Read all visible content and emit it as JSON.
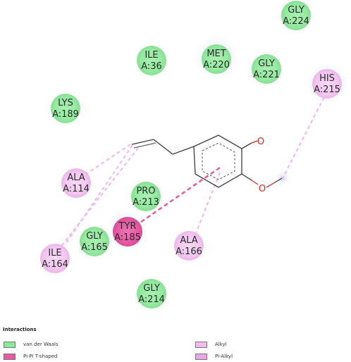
{
  "residues": [
    {
      "id": "gly224",
      "name": "GLY",
      "chain": "A:224",
      "type": "vdw"
    },
    {
      "id": "ile36",
      "name": "ILE",
      "chain": "A:36",
      "type": "vdw"
    },
    {
      "id": "met220",
      "name": "MET",
      "chain": "A:220",
      "type": "vdw"
    },
    {
      "id": "gly221",
      "name": "GLY",
      "chain": "A:221",
      "type": "vdw"
    },
    {
      "id": "his215",
      "name": "HIS",
      "chain": "A:215",
      "type": "alkyl"
    },
    {
      "id": "lys189",
      "name": "LYS",
      "chain": "A:189",
      "type": "vdw"
    },
    {
      "id": "ala114",
      "name": "ALA",
      "chain": "A:114",
      "type": "alkyl"
    },
    {
      "id": "pro213",
      "name": "PRO",
      "chain": "A:213",
      "type": "vdw"
    },
    {
      "id": "tyr185",
      "name": "TYR",
      "chain": "A:185",
      "type": "pipi"
    },
    {
      "id": "gly165",
      "name": "GLY",
      "chain": "A:165",
      "type": "vdw"
    },
    {
      "id": "ala166",
      "name": "ALA",
      "chain": "A:166",
      "type": "alkyl"
    },
    {
      "id": "ile164",
      "name": "ILE",
      "chain": "A:164",
      "type": "alkyl"
    },
    {
      "id": "gly214",
      "name": "GLY",
      "chain": "A:214",
      "type": "vdw"
    }
  ],
  "interaction_colors": {
    "vdw": "#8ee89a",
    "pipi": "#e75aa6",
    "alkyl": "#f0bcee",
    "pialkyl": "#e7a6e7",
    "ligand_bond": "#3c3c3c",
    "oxygen": "#e8231d"
  },
  "atoms": {
    "o1": "O",
    "o2": "O"
  },
  "legend": {
    "title": "Interactions",
    "items": [
      {
        "label": "van der Waals",
        "color": "#8ee89a"
      },
      {
        "label": "Pi-Pi T-shaped",
        "color": "#e75aa6"
      },
      {
        "label": "Alkyl",
        "color": "#f0bcee"
      },
      {
        "label": "Pi-Alkyl",
        "color": "#e7a6e7"
      }
    ]
  }
}
